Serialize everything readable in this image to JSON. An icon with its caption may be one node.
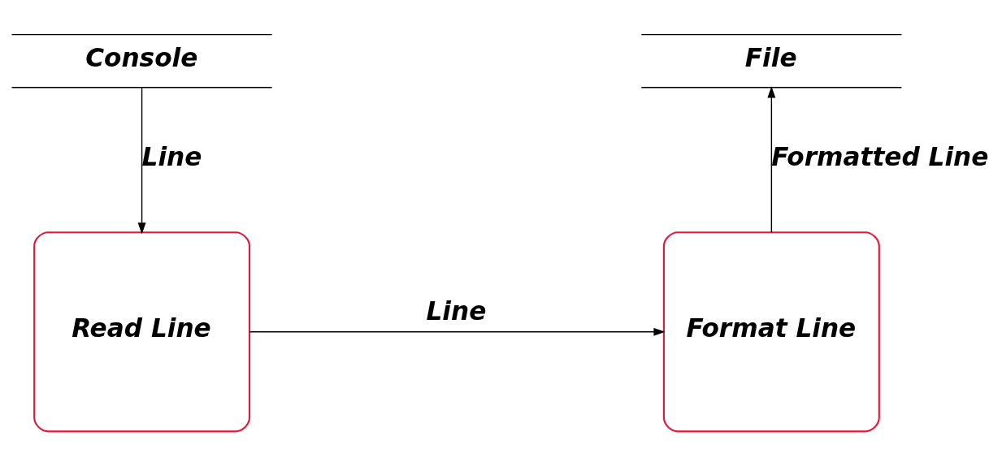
{
  "diagram": {
    "nodes": [
      {
        "text": [
          "Console"
        ]
      },
      {
        "text": [
          "File"
        ]
      },
      {
        "text": [
          "Read Line"
        ]
      },
      {
        "text": [
          "Format Line"
        ]
      }
    ],
    "edges": [
      {
        "from": 0,
        "to": 2,
        "arrow": "to",
        "label": "Line"
      },
      {
        "from": 2,
        "to": 3,
        "arrow": "to",
        "label": "Line"
      },
      {
        "from": 3,
        "to": 1,
        "arrow": "to",
        "label": "Formatted Line"
      }
    ]
  }
}
